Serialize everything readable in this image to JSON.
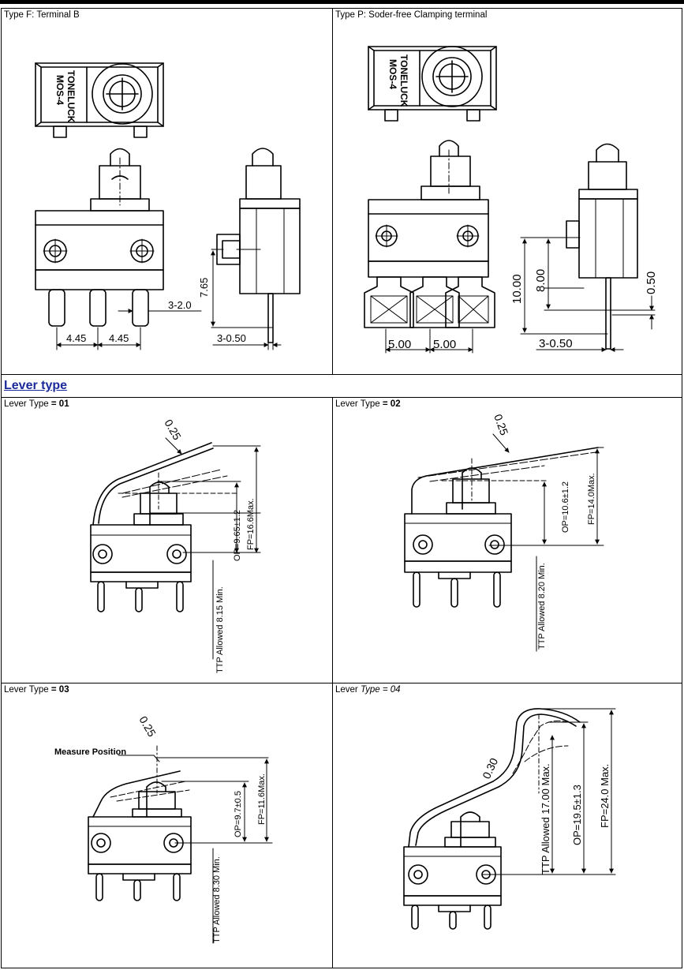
{
  "panels": {
    "type_f": {
      "label": "Type F: Terminal B"
    },
    "type_p": {
      "label": "Type P: Soder-free Clamping terminal"
    },
    "lever_heading": "Lever type",
    "lever_01": {
      "prefix": "Lever Type ",
      "eq": "= 01"
    },
    "lever_02": {
      "prefix": "Lever Type ",
      "eq": "= 02"
    },
    "lever_03": {
      "prefix": "Lever Type ",
      "eq": "= 03"
    },
    "lever_04": {
      "prefix": "Lever ",
      "eq": "Type = 04"
    }
  },
  "drawing_text": {
    "brand": "TONELUCK",
    "model": "MOS-4",
    "f_dim_445a": "4.45",
    "f_dim_445b": "4.45",
    "f_dim_320": "3-2.0",
    "f_dim_765": "7.65",
    "f_dim_305": "3-0.50",
    "p_dim_500a": "5.00",
    "p_dim_500b": "5.00",
    "p_dim_1000": "10.00",
    "p_dim_800": "8.00",
    "p_dim_050": "0.50",
    "p_dim_305": "3-0.50",
    "l1_t": "0.25",
    "l1_op": "OP=9.65±1.2",
    "l1_fp": "FP=16.6Max.",
    "l1_ttp": "TTP Allowed 8.15 Min.",
    "l2_t": "0.25",
    "l2_op": "OP=10.6±1.2",
    "l2_fp": "FP=14.0Max.",
    "l2_ttp": "TTP Allowed 8.20 Min.",
    "l3_t": "0.25",
    "l3_measure": "Measure Position",
    "l3_op": "OP=9.7±0.5",
    "l3_fp": "FP=11.6Max.",
    "l3_ttp": "TTP Allowed 8.30 Min.",
    "l4_t": "0.30",
    "l4_ttp": "TTP Allowed 17.00 Max.",
    "l4_op": "OP=19.5±1.3",
    "l4_fp": "FP=24.0 Max."
  }
}
